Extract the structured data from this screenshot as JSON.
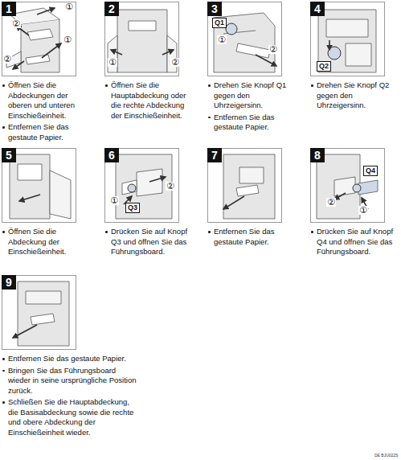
{
  "diagram": {
    "nodes": [
      {
        "text": [
          "1",
          "Öffnen Sie die Abdeckungen der oberen und unteren Einschießeinheit.",
          "Entfernen Sie das gestaute Papier."
        ]
      },
      {
        "text": [
          "2",
          "Öffnen Sie die Hauptabdeckung oder die rechte Abdeckung der Einschießeinheit."
        ]
      },
      {
        "text": [
          "3",
          "Drehen Sie Knopf Q1 gegen den Uhrzeigersinn.",
          "Entfernen Sie das gestaute Papier."
        ]
      },
      {
        "text": [
          "4",
          "Drehen Sie Knopf Q2 gegen den Uhrzeigersinn."
        ]
      },
      {
        "text": [
          "5",
          "Öffnen Sie die Abdeckung der Einschießeinheit."
        ]
      },
      {
        "text": [
          "6",
          "Drücken Sie auf Knopf Q3 und öffnen Sie das Führungsboard."
        ]
      },
      {
        "text": [
          "7",
          "Entfernen Sie das gestaute Papier."
        ]
      },
      {
        "text": [
          "8",
          "Drücken Sie auf Knopf Q4 und öffnen Sie das Führungsboard."
        ]
      },
      {
        "text": [
          "9",
          "Entfernen Sie das gestaute Papier.",
          "Bringen Sie das Führungsboard wieder in seine ursprüngliche Position zurück.",
          "Schließen Sie die Hauptabdeckung, die Basisabdeckung sowie die rechte und obere Abdeckung der Einschießeinheit wieder."
        ]
      }
    ],
    "labels": [
      "①",
      "②",
      "①",
      "②",
      "①",
      "②",
      "Q1",
      "①",
      "②",
      "Q2",
      "①",
      "Q3",
      "②",
      "Q4",
      "②",
      "①",
      "DE BJU022S"
    ]
  }
}
